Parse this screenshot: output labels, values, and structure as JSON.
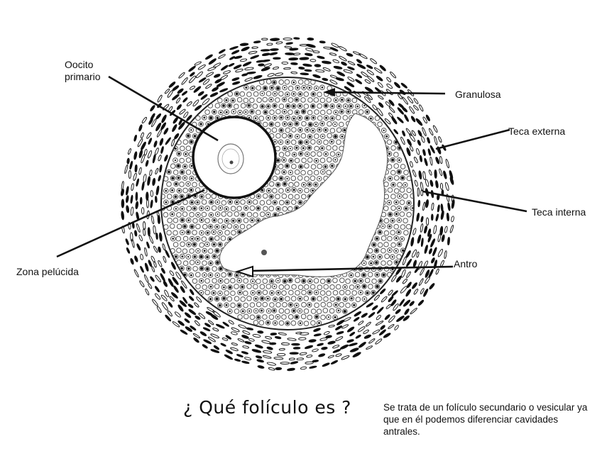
{
  "labels": {
    "oocito": "Oocito\nprimario",
    "granulosa": "Granulosa",
    "teca_externa": "Teca externa",
    "teca_interna": "Teca interna",
    "zona_pelucida": "Zona pelúcida",
    "antro": "Antro"
  },
  "question": "¿ Qué  folículo es ?",
  "answer": "Se trata de un folículo secundario  o vesicular ya que en él podemos diferenciar cavidades antrales.",
  "colors": {
    "ink": "#111111",
    "cell": "#555555",
    "background": "#ffffff"
  }
}
